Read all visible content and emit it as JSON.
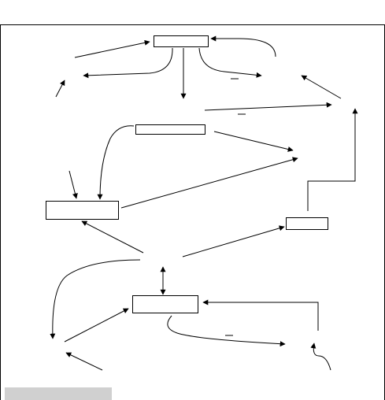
{
  "diagram": {
    "nodes": [
      {
        "id": "top-box",
        "label": ""
      },
      {
        "id": "upper-middle-box",
        "label": ""
      },
      {
        "id": "left-box",
        "label": ""
      },
      {
        "id": "right-small-box",
        "label": ""
      },
      {
        "id": "lower-center-box",
        "label": ""
      }
    ],
    "legend_label": ""
  },
  "colors": {
    "line": "#000000",
    "background": "#ffffff",
    "legend_bar": "#d0d0d0"
  }
}
